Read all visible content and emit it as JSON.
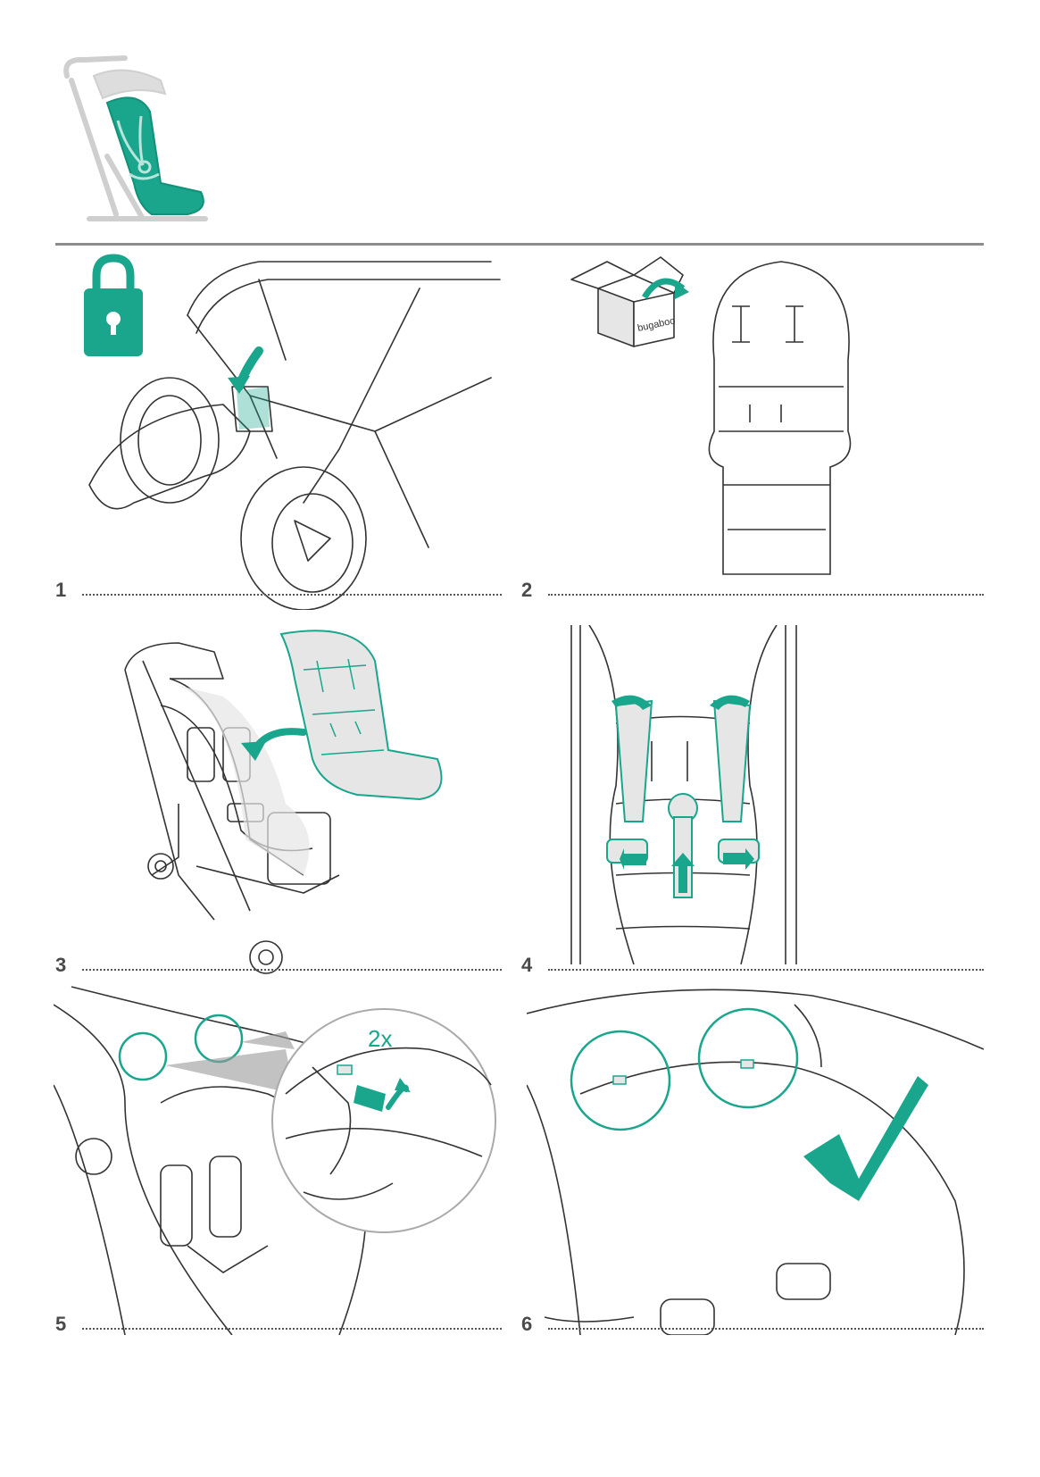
{
  "colors": {
    "accent": "#1aa58d",
    "line": "#333333",
    "light_fill": "#e6e6e6",
    "rule": "#8c8c8c"
  },
  "header": {
    "icon": "stroller-seat-liner-icon"
  },
  "steps": [
    {
      "number": "1",
      "icon": "padlock-icon",
      "illustration": "fold-lock-stroller"
    },
    {
      "number": "2",
      "illustration": "seat-liner-unboxed",
      "box_label": "bugaboo"
    },
    {
      "number": "3",
      "illustration": "place-liner-in-seat"
    },
    {
      "number": "4",
      "illustration": "thread-harness-through-liner"
    },
    {
      "number": "5",
      "illustration": "attach-clips",
      "repeat_label": "2x"
    },
    {
      "number": "6",
      "illustration": "clips-attached",
      "icon": "checkmark-icon"
    }
  ]
}
